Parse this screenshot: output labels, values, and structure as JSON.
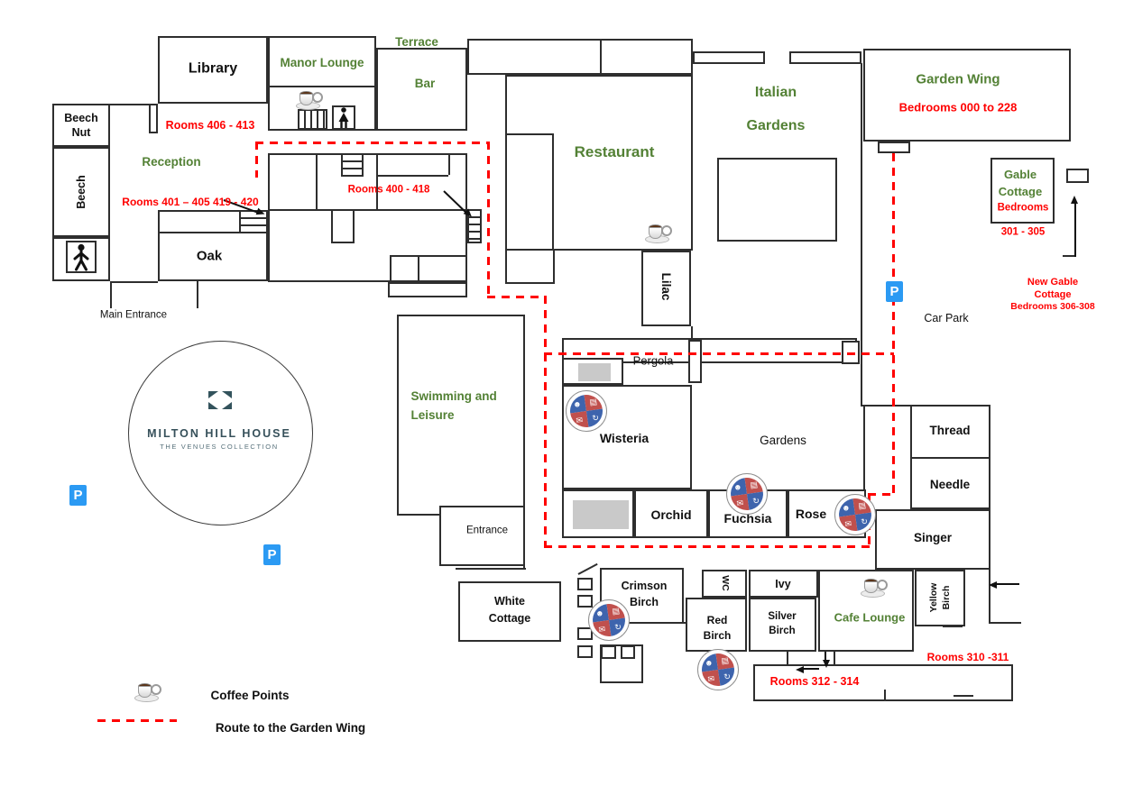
{
  "colors": {
    "label_green": "#538135",
    "note_red": "#ff0000",
    "parking_blue": "#2b9af3",
    "badge_blue": "#3e64ad",
    "badge_red": "#c0504d",
    "route_red": "#ff0000",
    "wall": "#2e2e2e"
  },
  "logo": {
    "title": "MILTON HILL HOUSE",
    "subtitle": "THE VENUES COLLECTION"
  },
  "legend": {
    "coffee": "Coffee Points",
    "route": "Route to the Garden Wing"
  },
  "parking_letter": "P",
  "rooms": {
    "library": "Library",
    "manor_lounge": "Manor Lounge",
    "terrace": "Terrace",
    "bar": "Bar",
    "beech_nut": "Beech Nut",
    "beech": "Beech",
    "reception": "Reception",
    "oak": "Oak",
    "main_entrance": "Main Entrance",
    "restaurant": "Restaurant",
    "italian_gardens": "Italian Gardens",
    "lilac": "Lilac",
    "garden_wing": "Garden Wing",
    "gable_cottage": "Gable Cottage",
    "car_park": "Car Park",
    "swimming": "Swimming and Leisure",
    "entrance": "Entrance",
    "pergola": "Pergola",
    "wisteria": "Wisteria",
    "gardens": "Gardens",
    "orchid": "Orchid",
    "fuchsia": "Fuchsia",
    "rose": "Rose",
    "thread": "Thread",
    "needle": "Needle",
    "singer": "Singer",
    "white_cottage": "White Cottage",
    "crimson_birch": "Crimson Birch",
    "wc": "WC",
    "ivy": "Ivy",
    "red_birch": "Red Birch",
    "silver_birch": "Silver Birch",
    "cafe_lounge": "Cafe Lounge",
    "yellow_birch": "Yellow Birch"
  },
  "notes": {
    "rooms_406_413": "Rooms 406 - 413",
    "rooms_401_420": "Rooms 401 – 405 419 - 420",
    "rooms_400_418": "Rooms 400 - 418",
    "garden_wing_bedrooms": "Bedrooms 000 to 228",
    "gable_bedrooms": "Bedrooms",
    "gable_range": "301 - 305",
    "new_gable_title": "New Gable Cottage",
    "new_gable_range": "Bedrooms 306-308",
    "rooms_310_311": "Rooms 310 -311",
    "rooms_312_314": "Rooms 312 - 314"
  },
  "icons": {
    "coffee_cup": "coffee-cup-icon",
    "parking": "parking-p-icon",
    "stairs": "stairs-hatch-icon",
    "male_figure": "male-figure-icon",
    "female_figure": "female-figure-icon",
    "conference_badge": "round-quadrant-badge-icon",
    "badge_glyph_tl": "☻",
    "badge_glyph_tr": "▤",
    "badge_glyph_bl": "✉",
    "badge_glyph_br": "↻"
  }
}
